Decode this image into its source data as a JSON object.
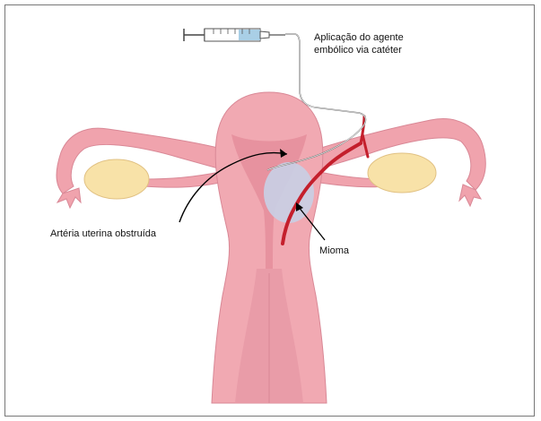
{
  "labels": {
    "catheter_line1": "Aplicação do agente",
    "catheter_line2": "embólico via catéter",
    "artery": "Artéria uterina obstruída",
    "fibroid": "Mioma"
  },
  "colors": {
    "uterus": "#f1a9b2",
    "uterus_inner": "#e58e9b",
    "uterus_outline": "#d98896",
    "tube": "#f0a3ad",
    "ovary": "#f8e2a8",
    "ovary_outline": "#e1c183",
    "fibroid": "#c9cde3",
    "artery": "#c41f2c",
    "syringe_fluid": "#a9cfe6",
    "pointer": "#000000"
  }
}
